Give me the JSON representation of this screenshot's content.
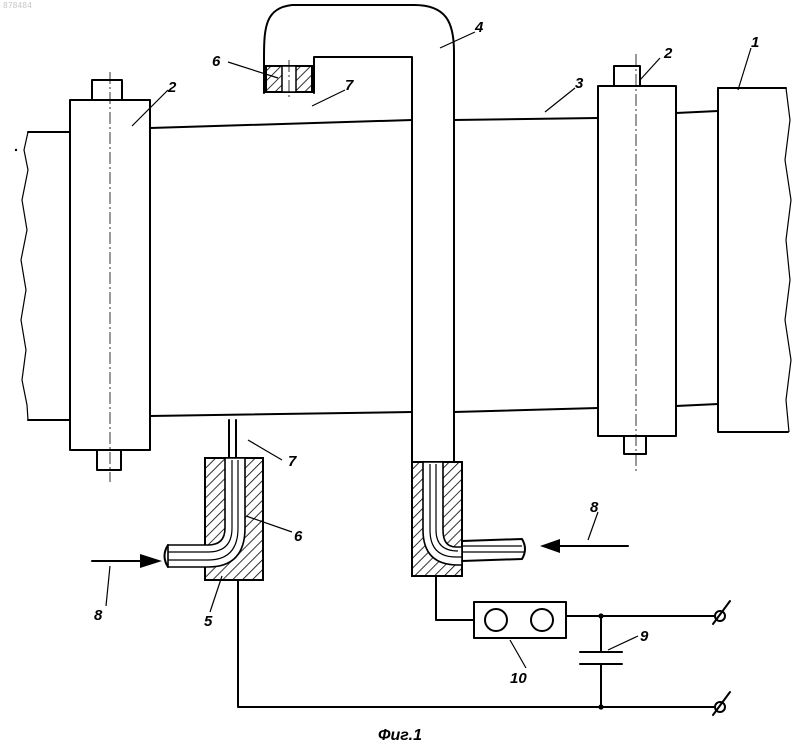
{
  "document_id": "878484",
  "caption": "Фиг.1",
  "labels": {
    "frame": "1",
    "roller_left": "2",
    "roller_right": "2",
    "workpiece": "3",
    "electrode_top": "4",
    "electrode_bottom": "5",
    "insulator_top": "6",
    "insulator_bottom_mid": "6",
    "gap_top": "7",
    "gap_bottom": "7",
    "arrow_left": "8",
    "arrow_right": "8",
    "capacitor": "9",
    "generator": "10"
  },
  "icons": {
    "flow_arrows": "arrow-icon",
    "terminals": "terminal-icon",
    "capacitor": "capacitor-icon"
  }
}
